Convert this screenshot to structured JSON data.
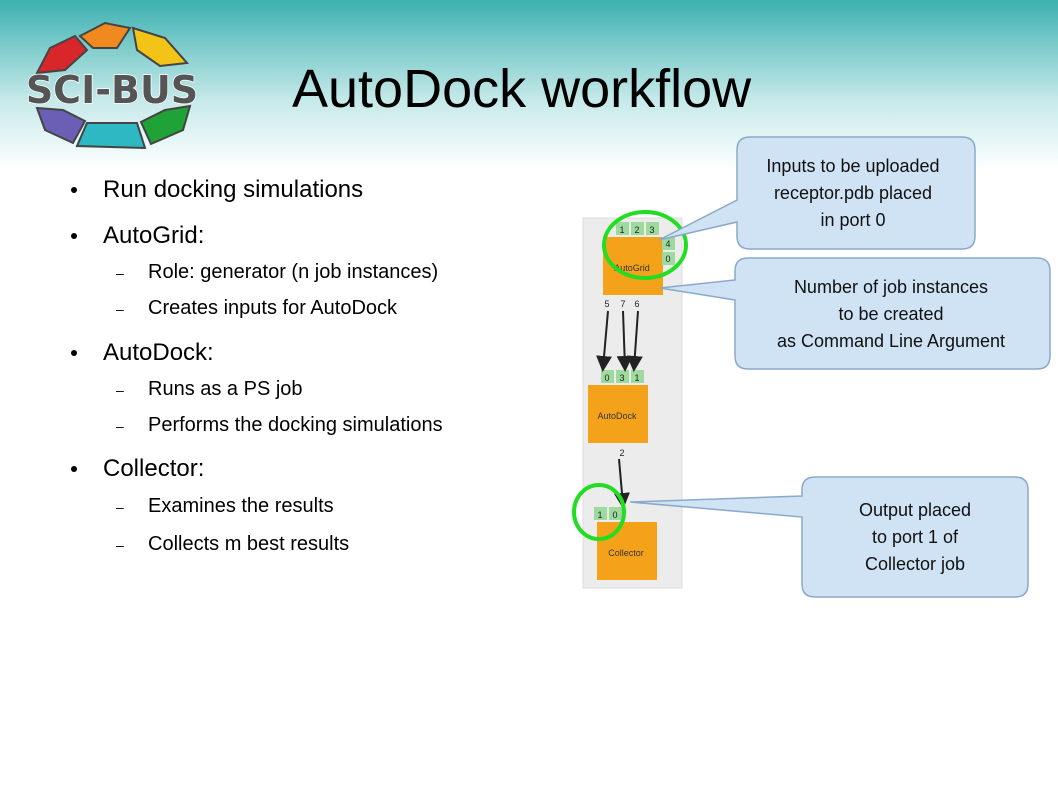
{
  "logo": {
    "text": "SCI-BUS"
  },
  "title": "AutoDock workflow",
  "bullets": [
    {
      "text": "Run docking simulations",
      "sub": []
    },
    {
      "text": "AutoGrid:",
      "sub": [
        "Role: generator (n job instances)",
        "Creates inputs for AutoDock"
      ]
    },
    {
      "text": "AutoDock:",
      "sub": [
        "Runs as a PS job",
        "Performs the docking simulations"
      ]
    },
    {
      "text": "Collector:",
      "sub": [
        "Examines the results",
        "Collects m best results"
      ]
    }
  ],
  "jobs": {
    "autogrid": {
      "label": "AutoGrid",
      "ports_top": [
        "1",
        "2",
        "3"
      ],
      "ports_right": [
        "4",
        "0"
      ],
      "ports_bottom": [
        "5",
        "7",
        "6"
      ]
    },
    "autodock": {
      "label": "AutoDock",
      "ports_top": [
        "0",
        "3",
        "1"
      ],
      "ports_bottom": [
        "2"
      ]
    },
    "collector": {
      "label": "Collector",
      "ports_top": [
        "1",
        "0"
      ]
    }
  },
  "callouts": {
    "inputs": [
      "Inputs to be uploaded",
      "receptor.pdb placed",
      "in port 0"
    ],
    "instances": [
      "Number of job instances",
      "to be created",
      "as Command Line Argument"
    ],
    "output": [
      "Output placed",
      "to port 1 of",
      "Collector job"
    ]
  },
  "colors": {
    "job": "#f5a21b",
    "port": "#9ed99e",
    "highlight": "#22dd22",
    "callout_fill": "#cfe3f5",
    "callout_stroke": "#8aa9c9",
    "canvas": "#ececec"
  }
}
